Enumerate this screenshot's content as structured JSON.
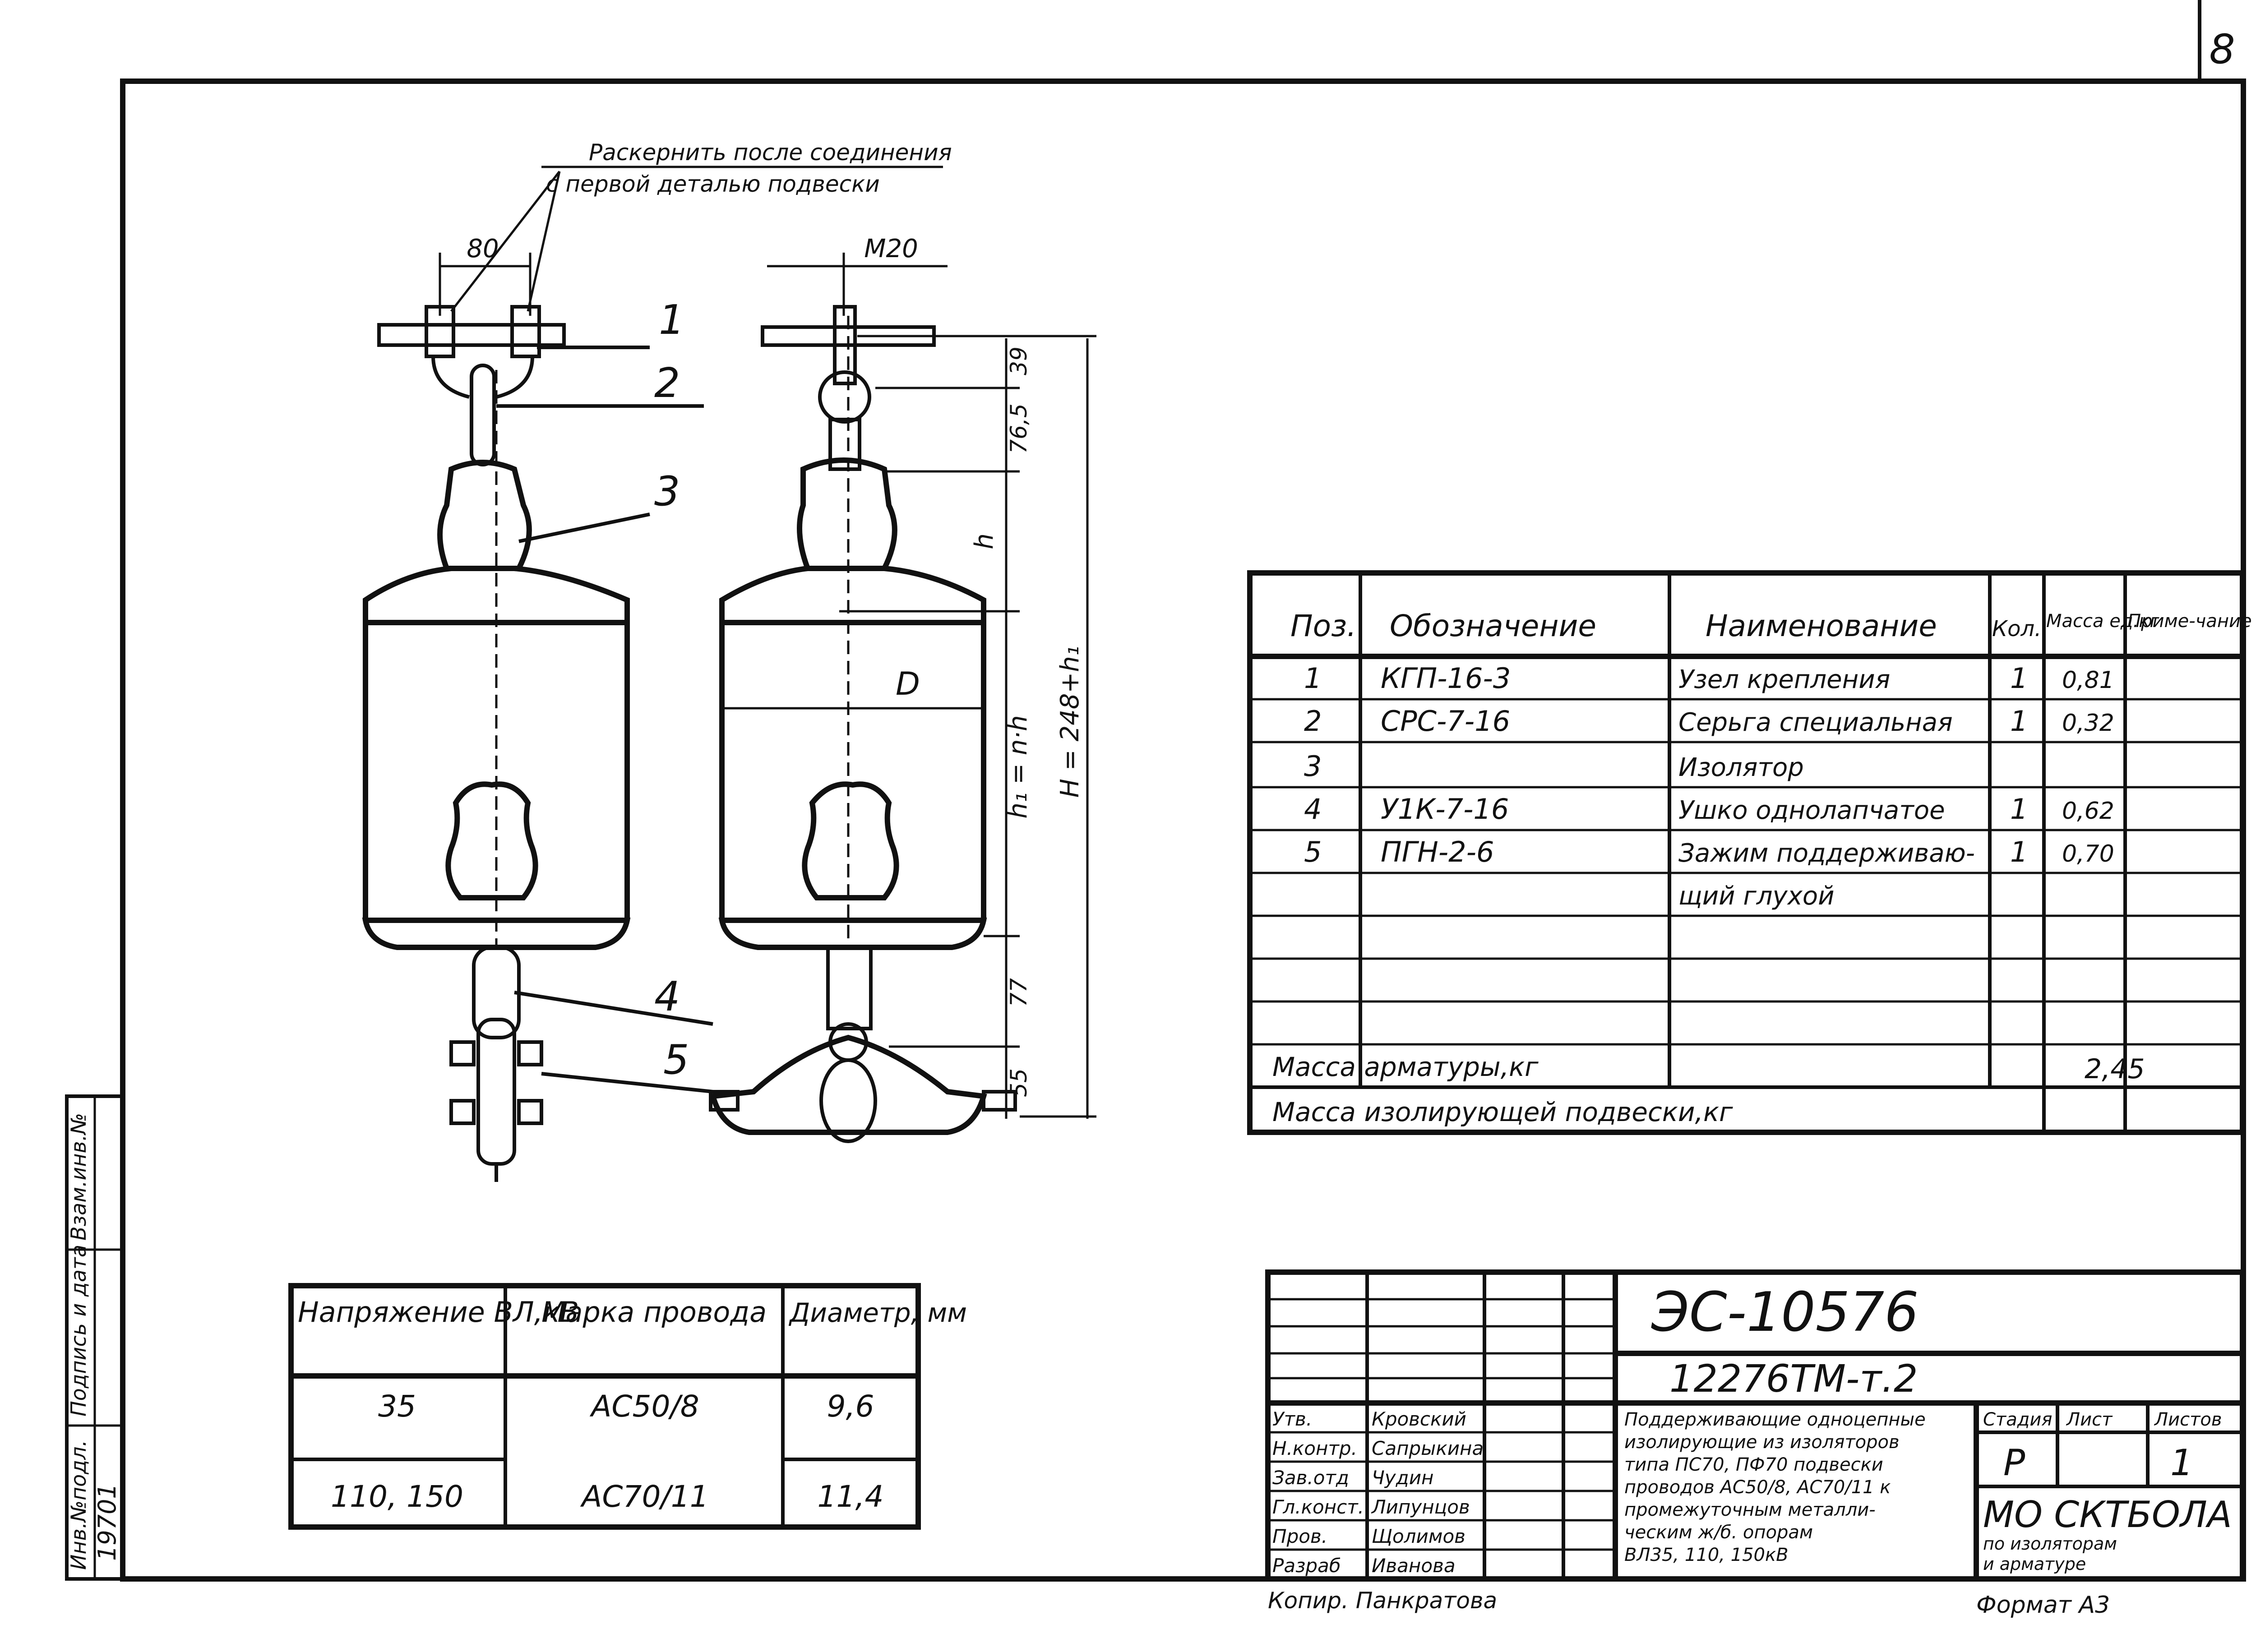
{
  "sheet_corner_number": "8",
  "notes": {
    "callout_line1": "Раскернить после соединения",
    "callout_line2": "с первой деталью подвески"
  },
  "dimensions": {
    "bolt_spacing": "80",
    "thread": "М20",
    "d39": "39",
    "d765": "76,5",
    "h": "h",
    "h1": "h₁ = n·h",
    "H": "H = 248+h₁",
    "D": "D",
    "d77": "77",
    "d55": "55"
  },
  "position_callouts": [
    "1",
    "2",
    "3",
    "4",
    "5"
  ],
  "spec_table": {
    "headers": [
      "Поз.",
      "Обозначение",
      "Наименование",
      "Кол.",
      "Масса ед.кг",
      "Приме-чание"
    ],
    "rows": [
      [
        "1",
        "КГП-16-3",
        "Узел крепления",
        "1",
        "0,81",
        ""
      ],
      [
        "2",
        "СРС-7-16",
        "Серьга специальная",
        "1",
        "0,32",
        ""
      ],
      [
        "3",
        "",
        "Изолятор",
        "",
        "",
        ""
      ],
      [
        "4",
        "У1К-7-16",
        "Ушко однолапчатое",
        "1",
        "0,62",
        ""
      ],
      [
        "5",
        "ПГН-2-6",
        "Зажим поддерживаю-",
        "1",
        "0,70",
        ""
      ],
      [
        "",
        "",
        "щий глухой",
        "",
        "",
        ""
      ]
    ],
    "mass_fittings_label": "Масса арматуры,кг",
    "mass_fittings_value": "2,45",
    "mass_suspension_label": "Масса изолирующей подвески,кг",
    "mass_suspension_value": ""
  },
  "wire_table": {
    "headers": [
      "Напряжение ВЛ,кВ",
      "Марка провода",
      "Диаметр, мм"
    ],
    "rows": [
      [
        "35",
        "АС50/8",
        "9,6"
      ],
      [
        "110, 150",
        "АС70/11",
        "11,4"
      ]
    ]
  },
  "title_block": {
    "code": "ЭС-10576",
    "subcode": "12276ТМ-т.2",
    "roles": [
      {
        "role": "Утв.",
        "name": "Кровский"
      },
      {
        "role": "Н.контр.",
        "name": "Сапрыкина"
      },
      {
        "role": "Зав.отд",
        "name": "Чудин"
      },
      {
        "role": "Гл.конст.",
        "name": "Липунцов"
      },
      {
        "role": "Пров.",
        "name": "Щолимов"
      },
      {
        "role": "Разраб",
        "name": "Иванова"
      }
    ],
    "description": [
      "Поддерживающие одноцепные",
      "изолирующие из изоляторов",
      "типа ПС70, ПФ70 подвески",
      "проводов АС50/8, АС70/11 к",
      "промежуточным металли-",
      "ческим ж/б. опорам",
      "ВЛ35, 110, 150кВ"
    ],
    "stage_label": "Стадия",
    "sheet_label": "Лист",
    "sheets_label": "Листов",
    "stage_value": "Р",
    "sheet_value": "1",
    "org": "МО СКТБОЛА",
    "org_sub1": "по изоляторам",
    "org_sub2": "и арматуре",
    "copied_by": "Копир. Панкратова",
    "format": "Формат А3"
  },
  "side_stamp": {
    "cells": [
      "Взам.инв.№",
      "Подпись и дата",
      "Инв.№подл."
    ],
    "inv_value": "19701"
  }
}
